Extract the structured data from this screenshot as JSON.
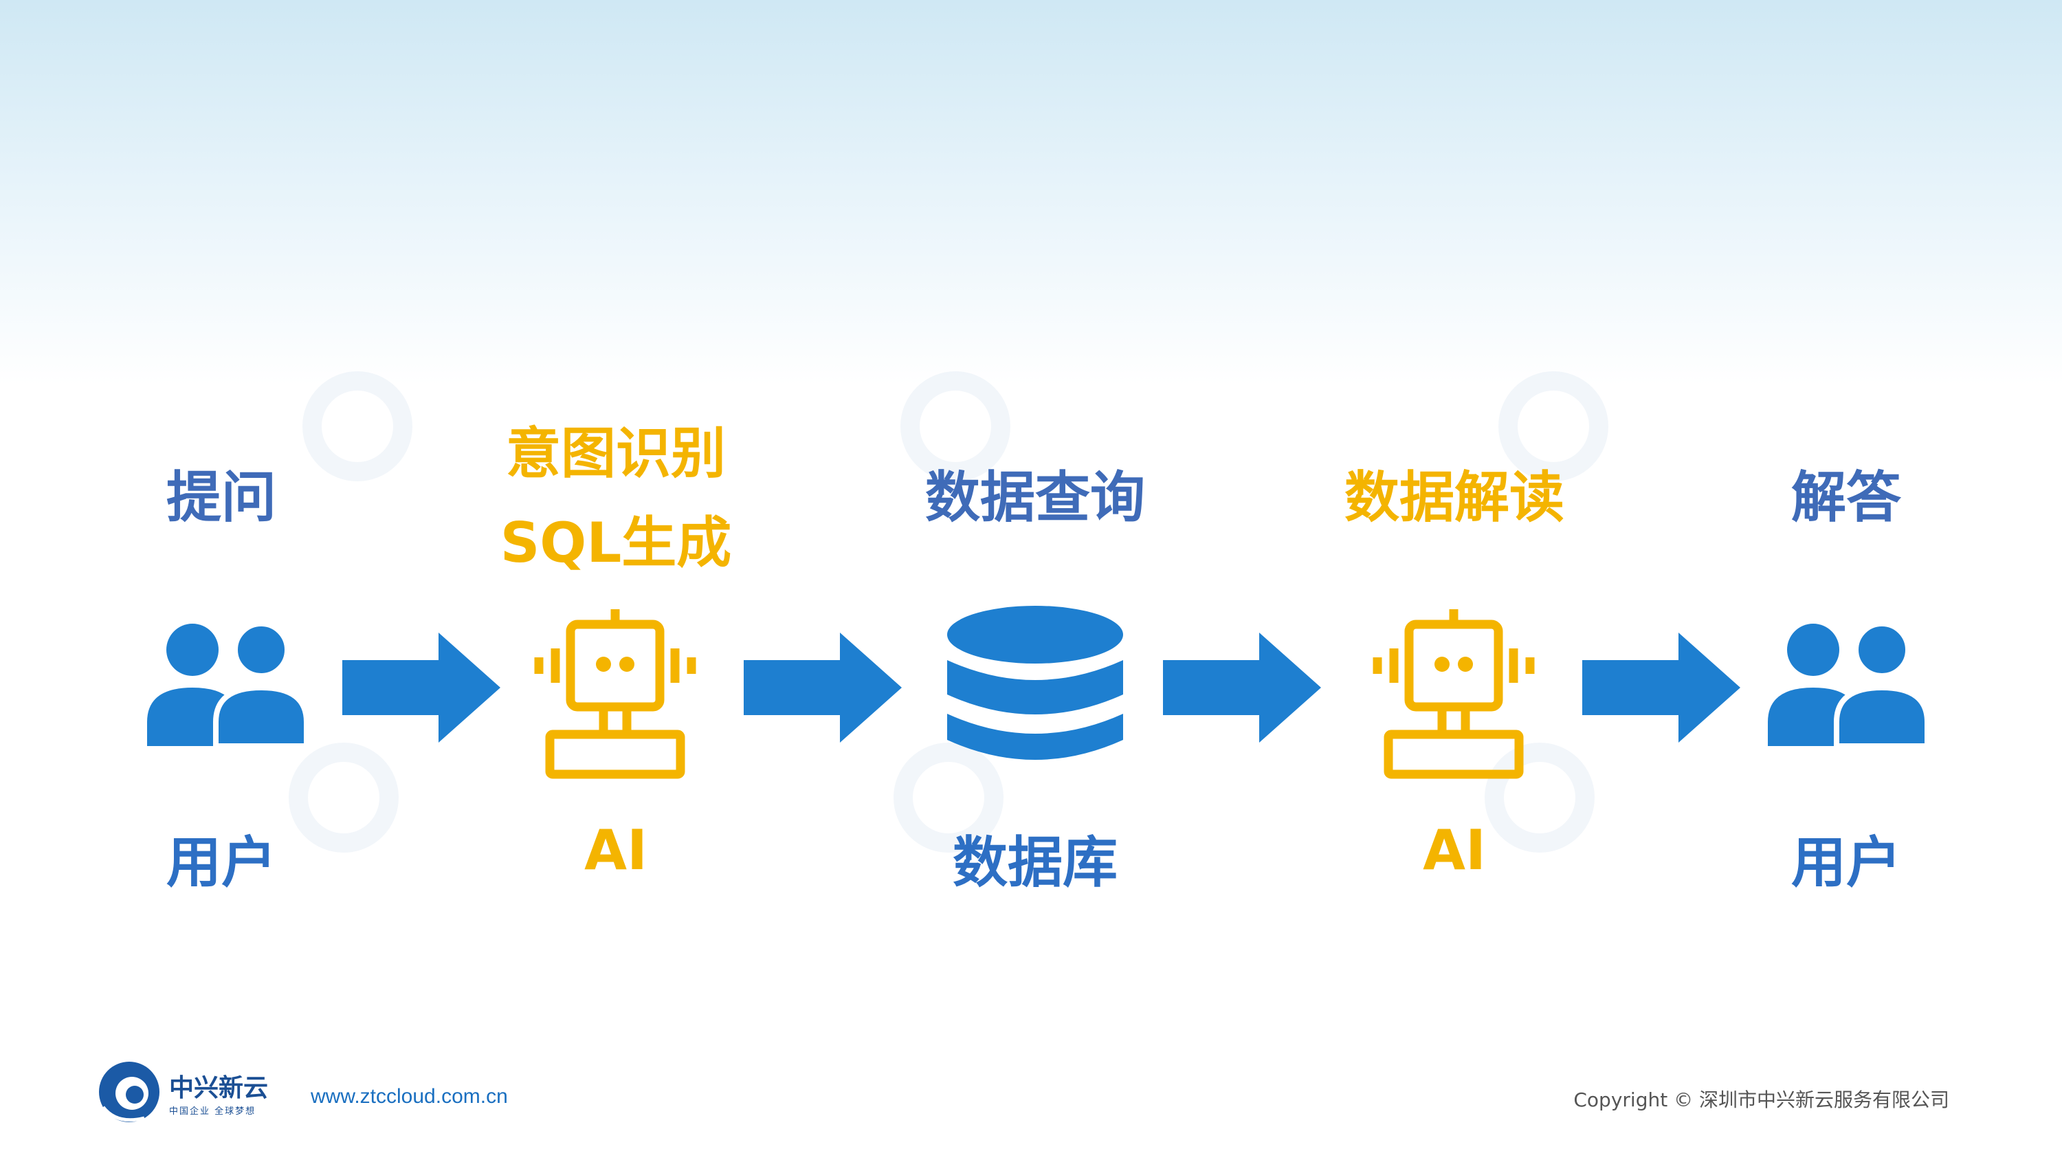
{
  "colors": {
    "blue": "#1e7fd0",
    "gold": "#f4b400",
    "label_blue": "#3f6bb8"
  },
  "steps": [
    {
      "top_label": "提问",
      "icon": "users-icon",
      "bottom_label": "用户"
    },
    {
      "top_label_line1": "意图识别",
      "top_label_line2": "SQL生成",
      "icon": "robot-icon",
      "bottom_label": "AI"
    },
    {
      "top_label": "数据查询",
      "icon": "database-icon",
      "bottom_label": "数据库"
    },
    {
      "top_label": "数据解读",
      "icon": "robot-icon",
      "bottom_label": "AI"
    },
    {
      "top_label": "解答",
      "icon": "users-icon",
      "bottom_label": "用户"
    }
  ],
  "footer": {
    "brand_name": "中兴新云",
    "brand_slogan": "中国企业 全球梦想",
    "url": "www.ztccloud.com.cn",
    "copyright": "Copyright © 深圳市中兴新云服务有限公司"
  }
}
